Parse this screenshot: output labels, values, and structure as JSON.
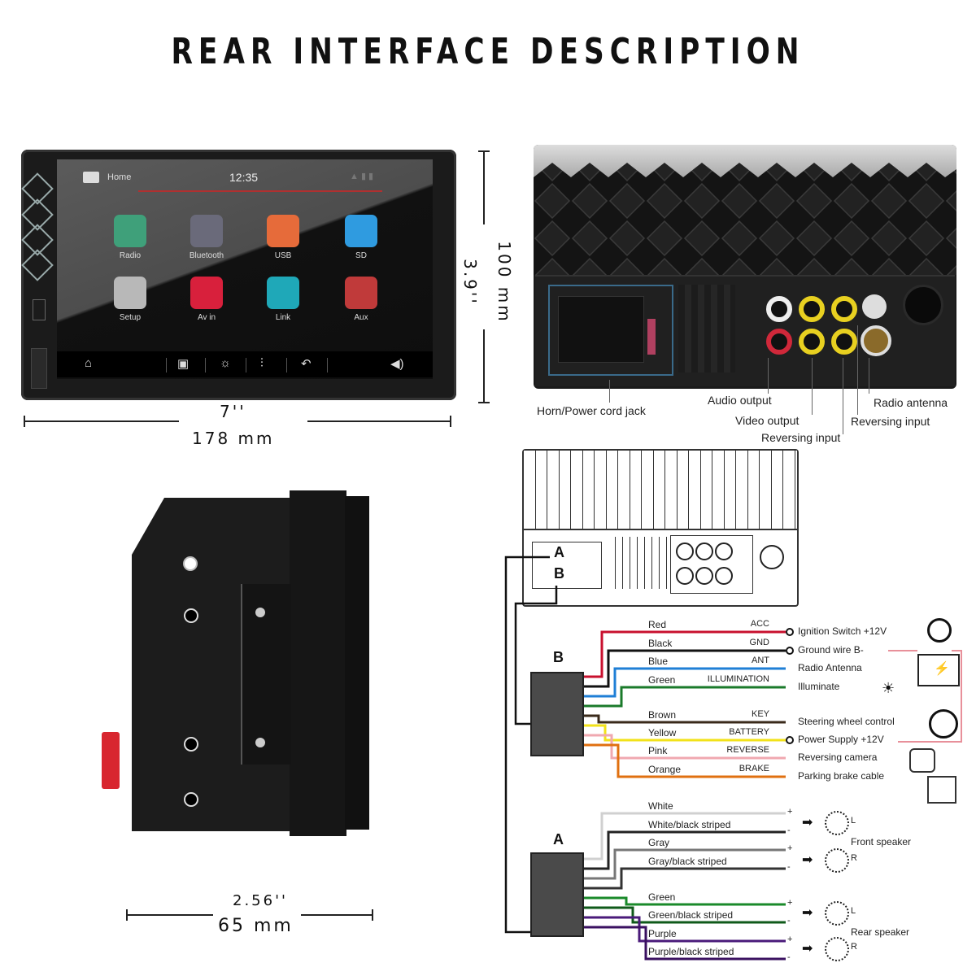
{
  "title": "REAR INTERFACE DESCRIPTION",
  "front_view": {
    "screen": {
      "header_label": "Home",
      "time": "12:35",
      "apps": [
        {
          "label": "Radio",
          "icon": "radio-icon",
          "color": "#3fa07a"
        },
        {
          "label": "Bluetooth",
          "icon": "bluetooth-icon",
          "color": "#6a6a7a"
        },
        {
          "label": "USB",
          "icon": "usb-icon",
          "color": "#e66b3a"
        },
        {
          "label": "SD",
          "icon": "sd-card-icon",
          "color": "#2f9be0"
        },
        {
          "label": "Setup",
          "icon": "gear-icon",
          "color": "#b8b8b8"
        },
        {
          "label": "Av in",
          "icon": "av-in-icon",
          "color": "#d8203c"
        },
        {
          "label": "Link",
          "icon": "phone-link-icon",
          "color": "#1fa8b8"
        },
        {
          "label": "Aux",
          "icon": "aux-cable-icon",
          "color": "#c03a3a"
        }
      ],
      "nav_bar": [
        {
          "icon": "home-icon",
          "glyph": "⌂"
        },
        {
          "icon": "image-icon",
          "glyph": "▣"
        },
        {
          "icon": "brightness-icon",
          "glyph": "☼"
        },
        {
          "icon": "equalizer-icon",
          "glyph": "⫶"
        },
        {
          "icon": "back-icon",
          "glyph": "↶"
        },
        {
          "icon": "volume-icon",
          "glyph": "◀)"
        }
      ]
    },
    "width_inch": "7''",
    "width_mm": "178 mm",
    "height_mm": "100 mm",
    "height_inch": "3.9''"
  },
  "rear_view": {
    "labels": {
      "power_jack": "Horn/Power cord jack",
      "audio_output": "Audio output",
      "video_output": "Video output",
      "reversing_input_1": "Reversing input",
      "radio_antenna": "Radio antenna",
      "reversing_input_2": "Reversing input"
    }
  },
  "side_view": {
    "depth_inch": "2.56''",
    "depth_mm": "65 mm"
  },
  "wiring": {
    "connector_b": {
      "letter": "B",
      "wires": [
        {
          "color_name": "Red",
          "function": "ACC",
          "destination": "Ignition Switch +12V",
          "color": "#c8102e",
          "terminal": true
        },
        {
          "color_name": "Black",
          "function": "GND",
          "destination": "Ground wire B-",
          "color": "#111111",
          "terminal": true
        },
        {
          "color_name": "Blue",
          "function": "ANT",
          "destination": "Radio Antenna",
          "color": "#1f7fd6",
          "terminal": false
        },
        {
          "color_name": "Green",
          "function": "ILLUMINATION",
          "destination": "Illuminate",
          "color": "#1a7a2a",
          "terminal": false
        },
        {
          "color_name": "Brown",
          "function": "KEY",
          "destination": "Steering wheel control",
          "color": "#3a2a1a",
          "terminal": false
        },
        {
          "color_name": "Yellow",
          "function": "BATTERY",
          "destination": "Power Supply +12V",
          "color": "#f2e21a",
          "terminal": true
        },
        {
          "color_name": "Pink",
          "function": "REVERSE",
          "destination": "Reversing camera",
          "color": "#f0a8b0",
          "terminal": false
        },
        {
          "color_name": "Orange",
          "function": "BRAKE",
          "destination": "Parking brake cable",
          "color": "#e07010",
          "terminal": false
        }
      ]
    },
    "connector_a": {
      "letter": "A",
      "wires": [
        {
          "color_name": "White",
          "polarity": "+",
          "color": "#d0d0d0"
        },
        {
          "color_name": "White/black striped",
          "polarity": "-",
          "color": "#222222"
        },
        {
          "color_name": "Gray",
          "polarity": "+",
          "color": "#777777"
        },
        {
          "color_name": "Gray/black striped",
          "polarity": "-",
          "color": "#333333"
        },
        {
          "color_name": "Green",
          "polarity": "+",
          "color": "#1a8a2a"
        },
        {
          "color_name": "Green/black striped",
          "polarity": "-",
          "color": "#0f5a1a"
        },
        {
          "color_name": "Purple",
          "polarity": "+",
          "color": "#4a1a7a"
        },
        {
          "color_name": "Purple/black striped",
          "polarity": "-",
          "color": "#3a1060"
        }
      ],
      "speakers": [
        {
          "label": "Front speaker",
          "channels": [
            "L",
            "R"
          ]
        },
        {
          "label": "Rear speaker",
          "channels": [
            "L",
            "R"
          ]
        }
      ]
    },
    "unit_connector_labels": [
      "A",
      "B"
    ]
  }
}
